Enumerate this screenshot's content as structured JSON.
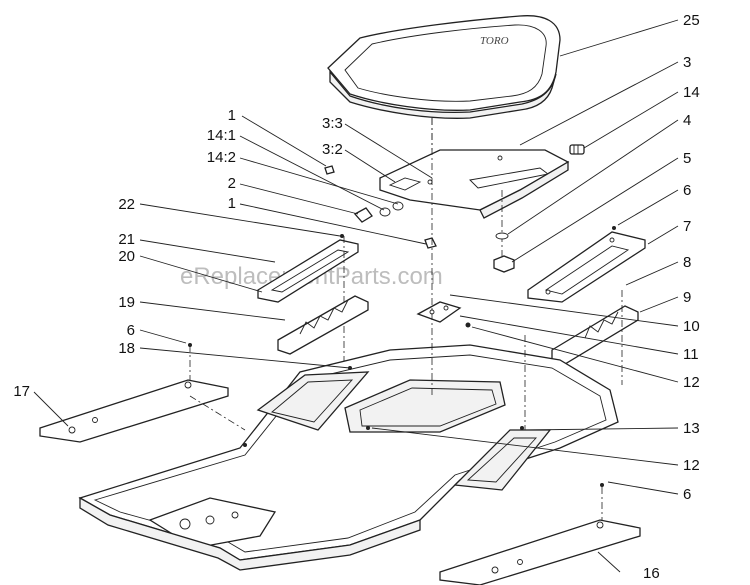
{
  "watermark": "eReplacementParts.com",
  "seat_logo": "TORO",
  "callouts": [
    {
      "id": "c25",
      "text": "25"
    },
    {
      "id": "c3",
      "text": "3"
    },
    {
      "id": "c14",
      "text": "14"
    },
    {
      "id": "c4",
      "text": "4"
    },
    {
      "id": "c5",
      "text": "5"
    },
    {
      "id": "c6a",
      "text": "6"
    },
    {
      "id": "c7",
      "text": "7"
    },
    {
      "id": "c8",
      "text": "8"
    },
    {
      "id": "c9",
      "text": "9"
    },
    {
      "id": "c10",
      "text": "10"
    },
    {
      "id": "c11",
      "text": "11"
    },
    {
      "id": "c12a",
      "text": "12"
    },
    {
      "id": "c13",
      "text": "13"
    },
    {
      "id": "c12b",
      "text": "12"
    },
    {
      "id": "c6b",
      "text": "6"
    },
    {
      "id": "c16",
      "text": "16"
    },
    {
      "id": "c1a",
      "text": "1"
    },
    {
      "id": "c14_1",
      "text": "14:1"
    },
    {
      "id": "c14_2",
      "text": "14:2"
    },
    {
      "id": "c2",
      "text": "2"
    },
    {
      "id": "c1b",
      "text": "1"
    },
    {
      "id": "c3_3",
      "text": "3:3"
    },
    {
      "id": "c3_2",
      "text": "3:2"
    },
    {
      "id": "c22",
      "text": "22"
    },
    {
      "id": "c21",
      "text": "21"
    },
    {
      "id": "c20",
      "text": "20"
    },
    {
      "id": "c19",
      "text": "19"
    },
    {
      "id": "c6c",
      "text": "6"
    },
    {
      "id": "c18",
      "text": "18"
    },
    {
      "id": "c17",
      "text": "17"
    }
  ]
}
